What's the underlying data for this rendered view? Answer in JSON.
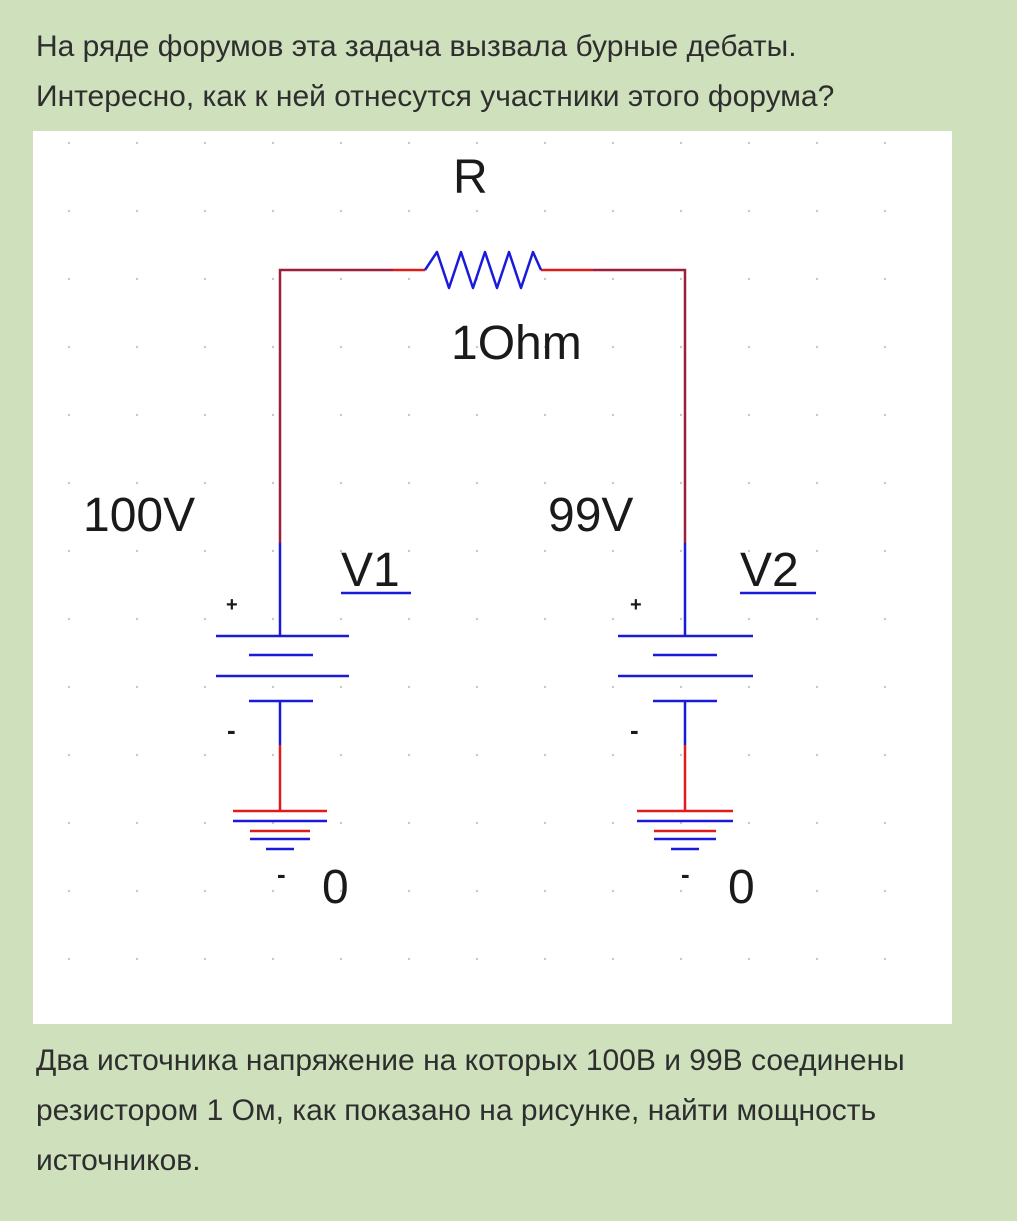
{
  "post": {
    "intro_line1": "На ряде форумов эта задача вызвала бурные дебаты.",
    "intro_line2": "Интересно, как к ней отнесутся участники этого форума?",
    "question_line1": "Два источника напряжение на которых 100В и 99В соединены",
    "question_line2": "резистором 1 Ом, как показано на рисунке, найти мощность",
    "question_line3": "источников."
  },
  "schematic": {
    "resistor": {
      "name": "R",
      "value": "1Ohm"
    },
    "source1": {
      "name": "V1",
      "voltage": "100V",
      "plus": "+",
      "minus": "-"
    },
    "source2": {
      "name": "V2",
      "voltage": "99V",
      "plus": "+",
      "minus": "-"
    },
    "ground1": {
      "label": "0",
      "minus": "-"
    },
    "ground2": {
      "label": "0",
      "minus": "-"
    },
    "colors": {
      "wire": "#9a1f3c",
      "component": "#1a1adb",
      "pin": "#e01b1b",
      "background": "#ffffff",
      "grid_dot": "#c8c8c8"
    }
  }
}
